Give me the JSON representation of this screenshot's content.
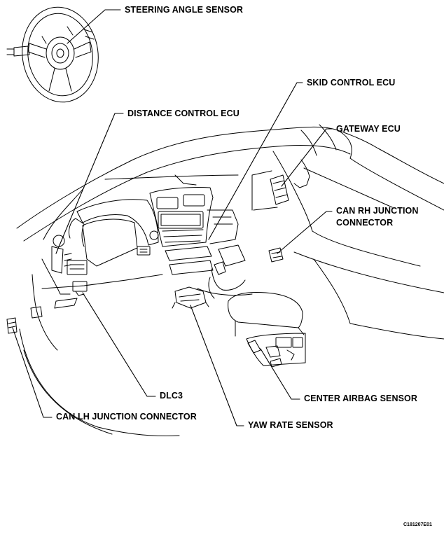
{
  "labels": {
    "steering_angle_sensor": "STEERING ANGLE SENSOR",
    "skid_control_ecu": "SKID CONTROL ECU",
    "distance_control_ecu": "DISTANCE CONTROL ECU",
    "gateway_ecu": "GATEWAY ECU",
    "can_rh_junction_connector_line1": "CAN RH JUNCTION",
    "can_rh_junction_connector_line2": "CONNECTOR",
    "dlc3": "DLC3",
    "center_airbag_sensor": "CENTER AIRBAG SENSOR",
    "can_lh_junction_connector": "CAN LH JUNCTION CONNECTOR",
    "yaw_rate_sensor": "YAW RATE SENSOR"
  },
  "figure_code": "C181207E01",
  "colors": {
    "ink": "#000000",
    "paper": "#ffffff"
  }
}
